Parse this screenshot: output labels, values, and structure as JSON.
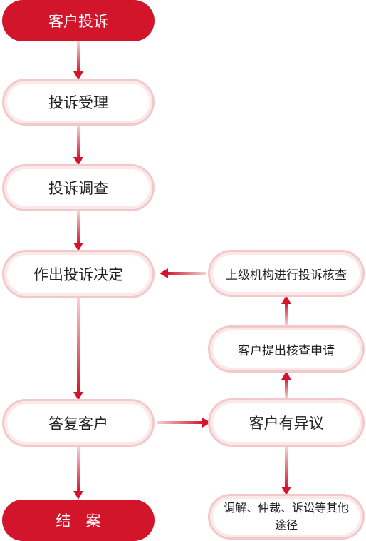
{
  "colors": {
    "accent": "#d3152c",
    "node_border": "#f2c8cc"
  },
  "nodes": {
    "complaint": "客户投诉",
    "accept": "投诉受理",
    "investigate": "投诉调查",
    "decision": "作出投诉决定",
    "reply": "答复客户",
    "close": "结　案",
    "objection": "客户有异议",
    "review_request": "客户提出核查申请",
    "superior_review": "上级机构进行投诉核查",
    "other_ways": "调解、仲裁、诉讼等其他途径"
  }
}
